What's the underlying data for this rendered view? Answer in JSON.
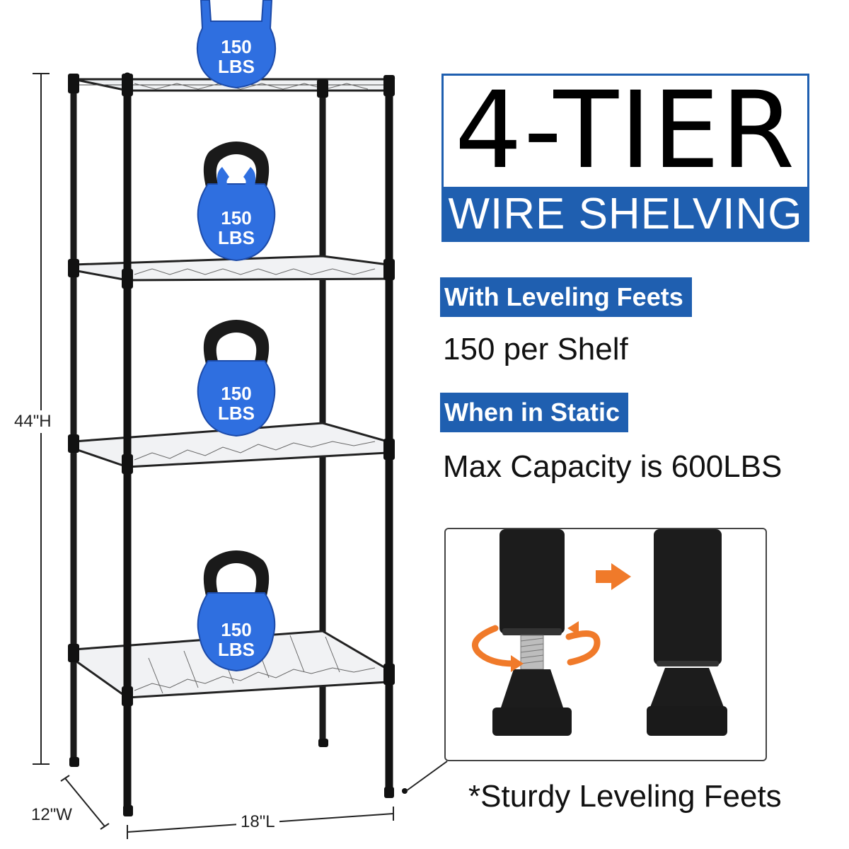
{
  "title": {
    "main": "4-TIER",
    "sub": "WIRE SHELVING"
  },
  "features": [
    {
      "tag": "With Leveling Feets",
      "text": "150 per Shelf"
    },
    {
      "tag": "When in Static",
      "text": "Max Capacity is 600LBS"
    }
  ],
  "detail_caption": "*Sturdy Leveling Feets",
  "dimensions": {
    "height": "44\"H",
    "width": "12\"W",
    "length": "18\"L"
  },
  "kettlebell_label": {
    "line1": "150",
    "line2": "LBS"
  },
  "colors": {
    "brand_blue": "#1f5fb0",
    "kettlebell_blue": "#2f6fe0",
    "arrow_orange": "#f07a2a",
    "frame_black": "#111111"
  },
  "icons": [
    "kettlebell-icon",
    "rotate-arrow-icon",
    "right-arrow-icon"
  ]
}
